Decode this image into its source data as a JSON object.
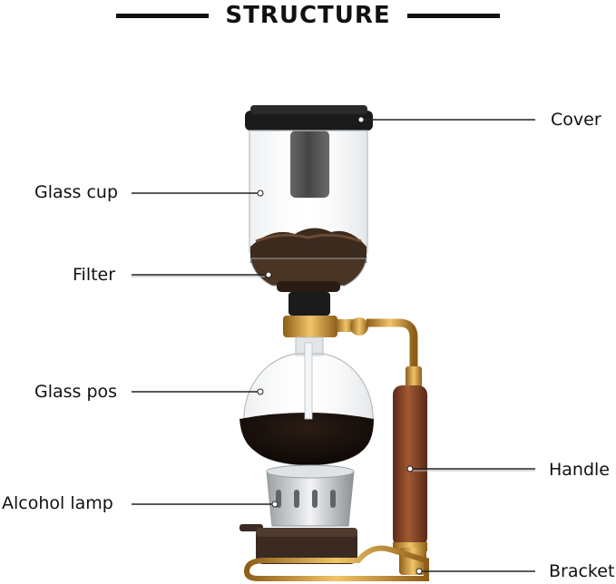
{
  "header": {
    "title": "STRUCTURE"
  },
  "labels": {
    "cover": "Cover",
    "glass_cup": "Glass cup",
    "filter": "Filter",
    "glass_pos": "Glass pos",
    "handle": "Handle",
    "alcohol_lamp": "Alcohol lamp",
    "bracket": "Bracket"
  },
  "colors": {
    "cover": "#1a1a1a",
    "coffee": "#3b2a1e",
    "brass": "#c8902c",
    "wood": "#8a4a2a",
    "leader": "#222222"
  }
}
